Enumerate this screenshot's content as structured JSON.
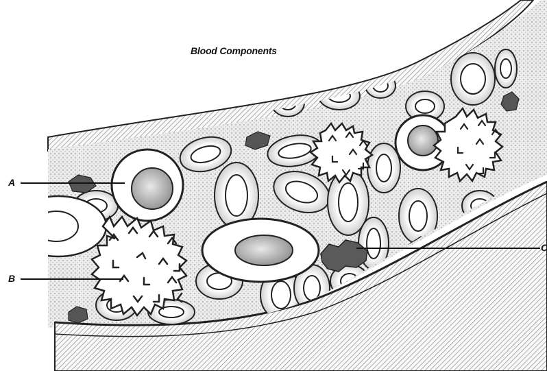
{
  "diagram": {
    "title": "Blood Components",
    "labels": {
      "a": "A",
      "b": "B",
      "c": "C"
    }
  }
}
